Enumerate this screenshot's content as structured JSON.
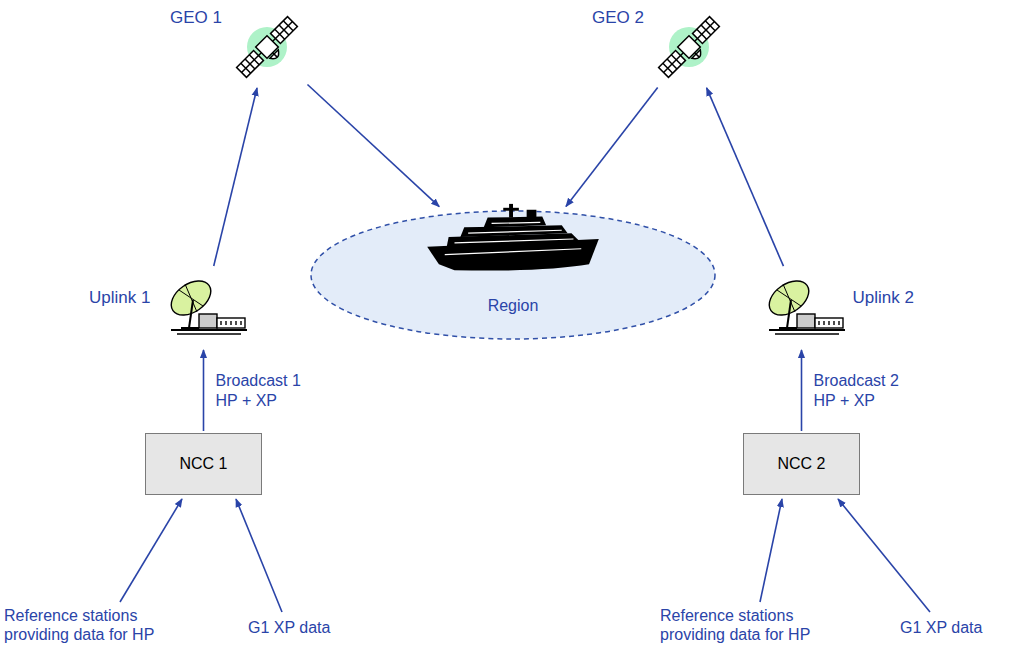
{
  "diagram": {
    "nodes": [
      {
        "text": [
          "GEO 1"
        ]
      },
      {
        "text": [
          "GEO 2"
        ]
      },
      {
        "text": [
          "Region"
        ]
      },
      {
        "text": [
          "Uplink 1"
        ]
      },
      {
        "text": [
          "Uplink 2"
        ]
      },
      {
        "text": [
          "NCC 1"
        ]
      },
      {
        "text": [
          "NCC 2"
        ]
      }
    ],
    "edges": [
      {
        "from": 3,
        "to": 0,
        "arrow": "to"
      },
      {
        "from": 0,
        "to": 2,
        "arrow": "to"
      },
      {
        "from": 1,
        "to": 2,
        "arrow": "to"
      },
      {
        "from": 4,
        "to": 1,
        "arrow": "to"
      },
      {
        "from": 5,
        "to": 3,
        "label": "Broadcast 1 HP + XP",
        "arrow": "to"
      },
      {
        "from": 6,
        "to": 4,
        "label": "Broadcast 2 HP + XP",
        "arrow": "to"
      }
    ],
    "labels": [
      "Reference stations providing data for HP",
      "G1 XP data",
      "Reference stations providing data for HP",
      "G1 XP data"
    ]
  }
}
